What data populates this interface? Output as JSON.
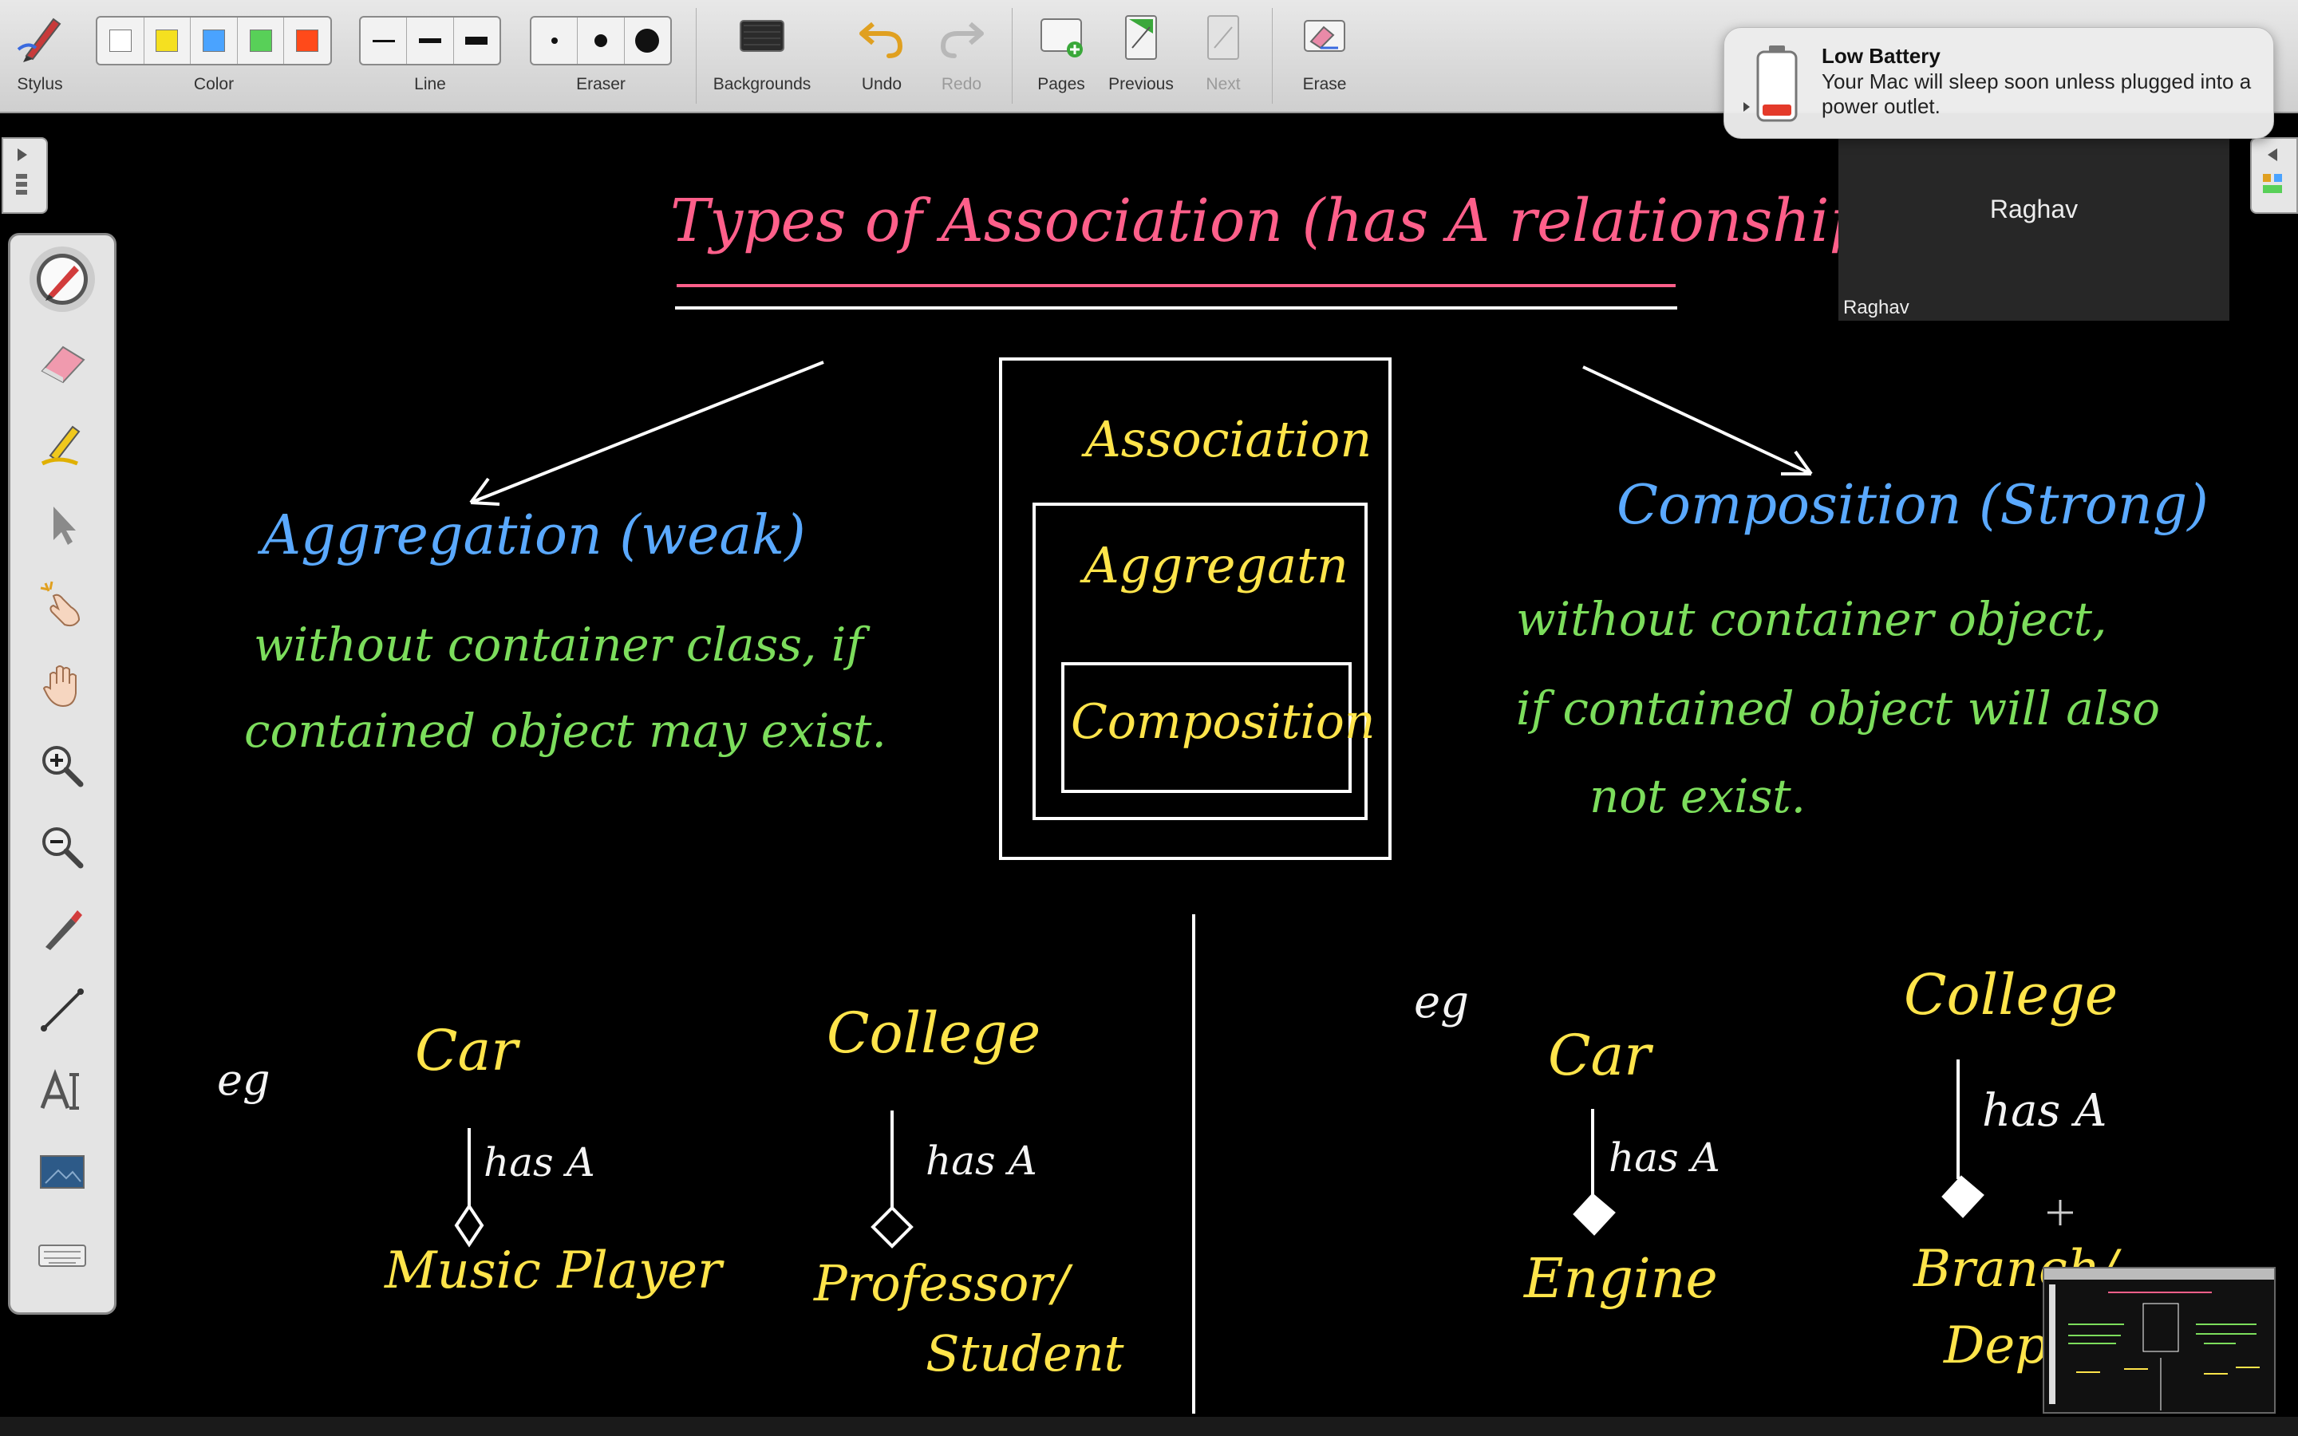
{
  "toolbar": {
    "stylus_label": "Stylus",
    "color_label": "Color",
    "line_label": "Line",
    "eraser_label": "Eraser",
    "backgrounds_label": "Backgrounds",
    "undo_label": "Undo",
    "redo_label": "Redo",
    "pages_label": "Pages",
    "previous_label": "Previous",
    "next_label": "Next",
    "erase_label": "Erase",
    "colors": [
      "#ffffff",
      "#f5e020",
      "#4aa3ff",
      "#58d058",
      "#ff4a1a"
    ]
  },
  "palette": {
    "tools": [
      "pen-icon",
      "eraser-icon",
      "highlighter-icon",
      "pointer-icon",
      "laser-hand-icon",
      "hand-icon",
      "zoom-in-icon",
      "zoom-out-icon",
      "marker-icon",
      "line-icon",
      "text-icon",
      "screenshot-icon",
      "keyboard-icon"
    ]
  },
  "notification": {
    "title": "Low Battery",
    "body": "Your Mac will sleep soon unless plugged into a power outlet."
  },
  "video": {
    "name_center": "Raghav",
    "name_tag": "Raghav"
  },
  "board": {
    "title": "Types of Association (has A relationship)",
    "assoc_box": {
      "outer": "Association",
      "middle": "Aggregatn",
      "inner": "Composition"
    },
    "left": {
      "heading": "Aggregation (weak)",
      "desc_line1": "without container class, if",
      "desc_line2": "contained object may exist.",
      "eg": "eg",
      "ex1_top": "Car",
      "ex1_rel": "has A",
      "ex1_bottom": "Music Player",
      "ex2_top": "College",
      "ex2_rel": "has A",
      "ex2_bottom_1": "Professor/",
      "ex2_bottom_2": "Student"
    },
    "right": {
      "heading": "Composition (Strong)",
      "desc_line1": "without container object,",
      "desc_line2": "if contained object will also",
      "desc_line3": "not exist.",
      "eg": "eg",
      "ex1_top": "Car",
      "ex1_rel": "has A",
      "ex1_bottom": "Engine",
      "ex2_top": "College",
      "ex2_rel": "has A",
      "ex2_bottom_1": "Branch/",
      "ex2_bottom_2": "Depa"
    }
  }
}
